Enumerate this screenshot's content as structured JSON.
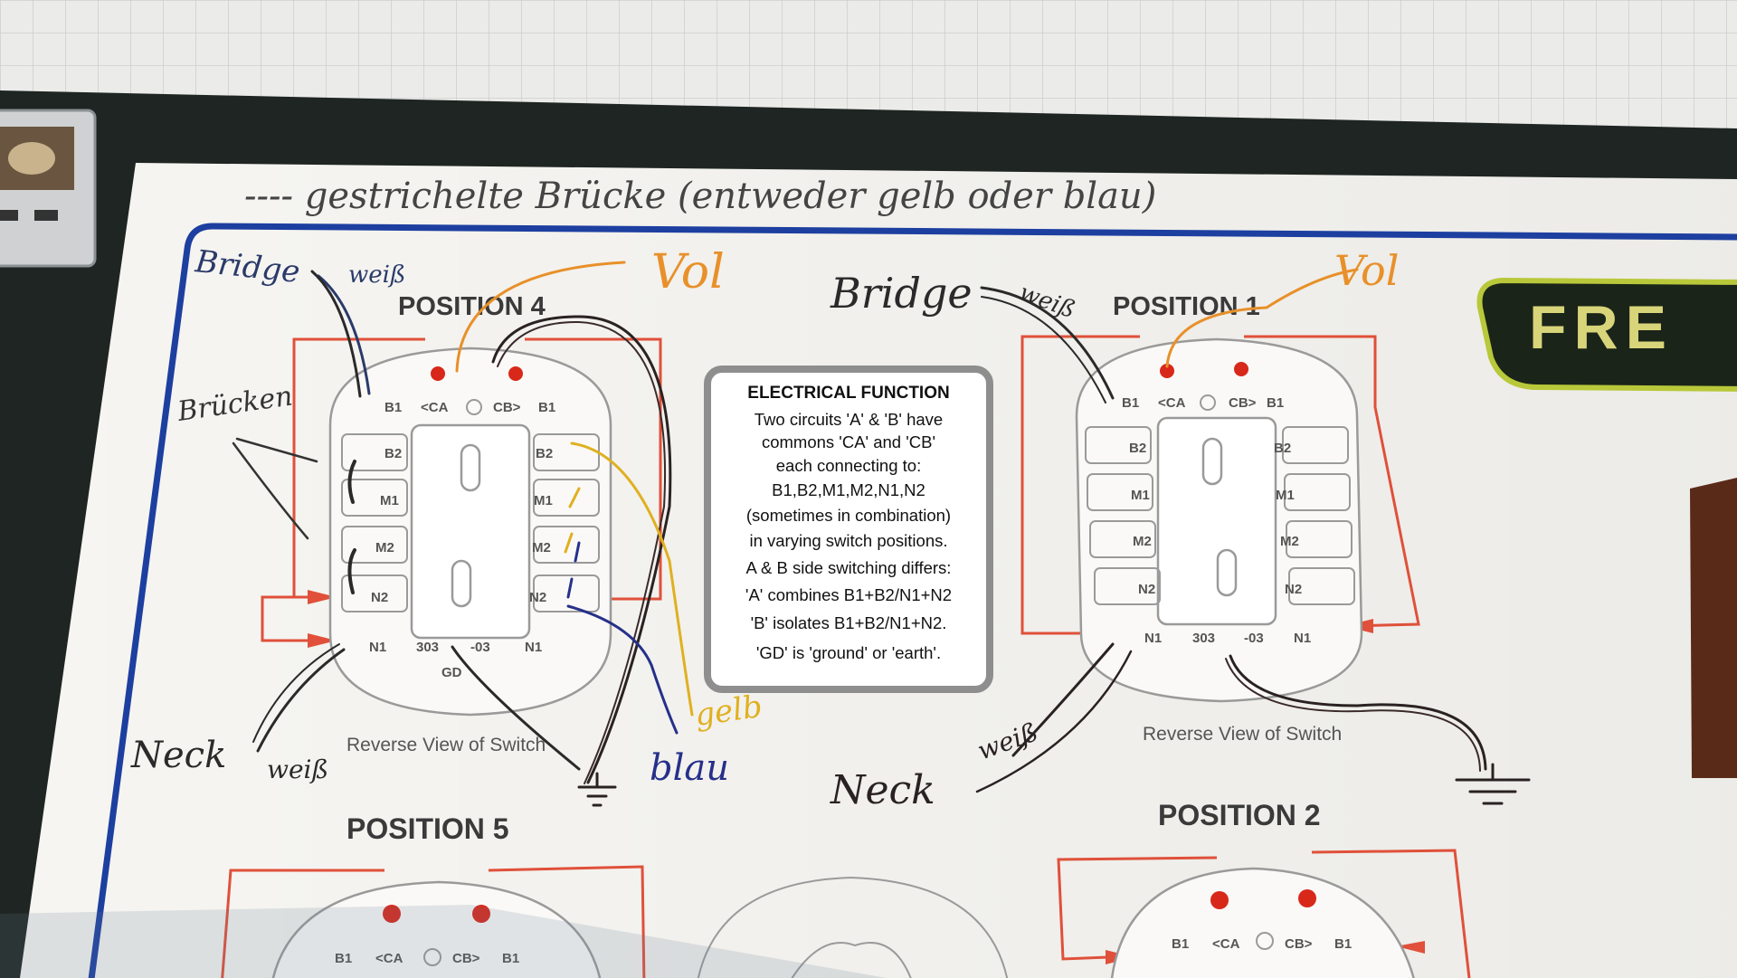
{
  "header_note": "---- gestrichelte Brücke (entweder gelb oder blau)",
  "brand_logo_text": "FRE",
  "diagrams": {
    "pos4": {
      "title": "POSITION 4",
      "caption": "Reverse View of Switch",
      "slots_top": [
        "B1",
        "<CA",
        "CB>",
        "B1"
      ],
      "slots_left": [
        "B2",
        "M1",
        "M2",
        "N2"
      ],
      "slots_right": [
        "B2",
        "M1",
        "M2",
        "N2"
      ],
      "slots_bottom": [
        "N1",
        "303",
        "-03",
        "N1"
      ],
      "gd": "GD",
      "notes": {
        "bridge": "Bridge",
        "weiss_top": "weiß",
        "brucken": "Brücken",
        "vol": "Vol",
        "neck": "Neck",
        "weiss_bottom": "weiß",
        "gelb": "gelb",
        "blau": "blau"
      }
    },
    "pos1": {
      "title": "POSITION 1",
      "caption": "Reverse View of Switch",
      "slots_top": [
        "B1",
        "<CA",
        "CB>",
        "B1"
      ],
      "slots_left": [
        "B2",
        "M1",
        "M2",
        "N2"
      ],
      "slots_right": [
        "B2",
        "M1",
        "M2",
        "N2"
      ],
      "slots_bottom": [
        "N1",
        "303",
        "-03",
        "N1"
      ],
      "notes": {
        "bridge": "Bridge",
        "weiss_top": "weiß",
        "vol": "Vol",
        "neck": "Neck",
        "weiss_bottom": "weiß"
      }
    },
    "pos5": {
      "title": "POSITION 5",
      "slots_top": [
        "B1",
        "<CA",
        "CB>",
        "B1"
      ]
    },
    "pos2": {
      "title": "POSITION 2",
      "slots_top": [
        "B1",
        "<CA",
        "CB>",
        "B1"
      ]
    }
  },
  "electrical_function": {
    "title": "ELECTRICAL FUNCTION",
    "lines": [
      "Two circuits 'A' & 'B' have",
      "commons  'CA' and 'CB'",
      "each connecting to:",
      "B1,B2,M1,M2,N1,N2",
      "(sometimes in combination)",
      "in varying switch positions.",
      "A & B side switching differs:",
      "'A' combines B1+B2/N1+N2",
      "'B' isolates B1+B2/N1+N2.",
      "'GD' is 'ground' or 'earth'."
    ]
  },
  "colors": {
    "paper": "#f6f5f1",
    "border_blue": "#1d3fa0",
    "red_wire": "#e0503a",
    "orange_ink": "#e8902a",
    "yellow_ink": "#e0b020",
    "blue_ink": "#26308a",
    "black_ink": "#2a2222"
  }
}
